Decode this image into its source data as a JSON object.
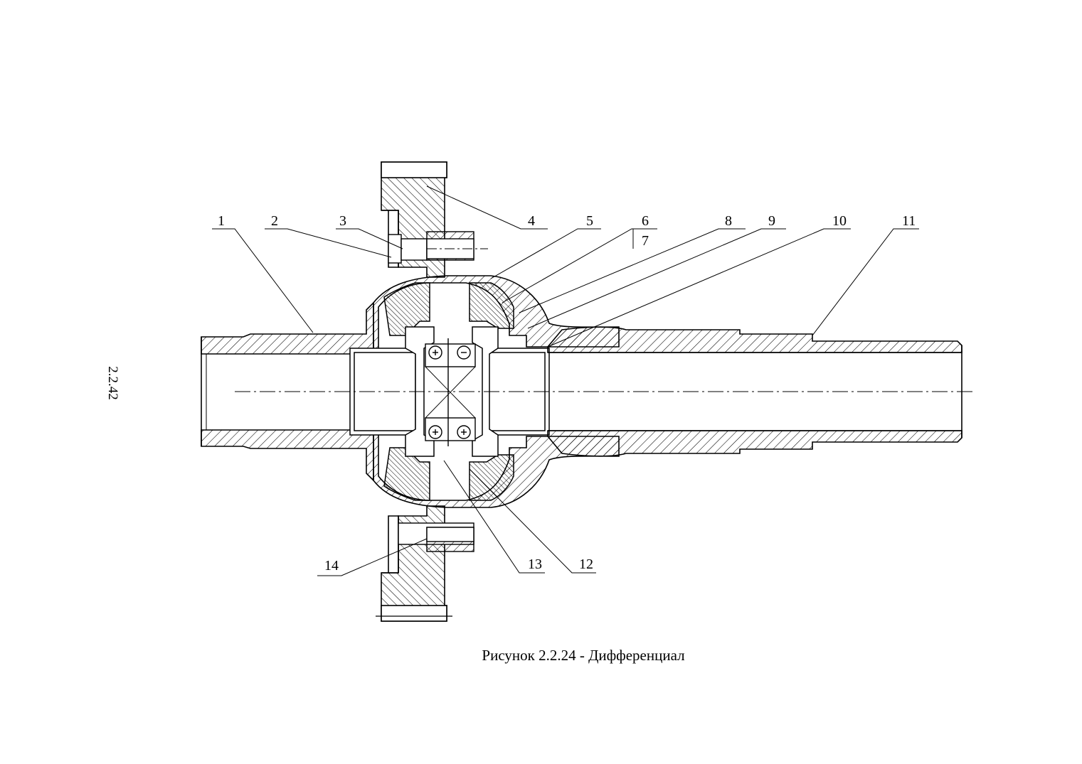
{
  "page_number": "2.2.42",
  "caption": "Рисунок 2.2.24 - Дифференциал",
  "callouts": [
    {
      "id": "1",
      "label": "1"
    },
    {
      "id": "2",
      "label": "2"
    },
    {
      "id": "3",
      "label": "3"
    },
    {
      "id": "4",
      "label": "4"
    },
    {
      "id": "5",
      "label": "5"
    },
    {
      "id": "6",
      "label": "6"
    },
    {
      "id": "7",
      "label": "7"
    },
    {
      "id": "8",
      "label": "8"
    },
    {
      "id": "9",
      "label": "9"
    },
    {
      "id": "10",
      "label": "10"
    },
    {
      "id": "11",
      "label": "11"
    },
    {
      "id": "12",
      "label": "12"
    },
    {
      "id": "13",
      "label": "13"
    },
    {
      "id": "14",
      "label": "14"
    }
  ]
}
